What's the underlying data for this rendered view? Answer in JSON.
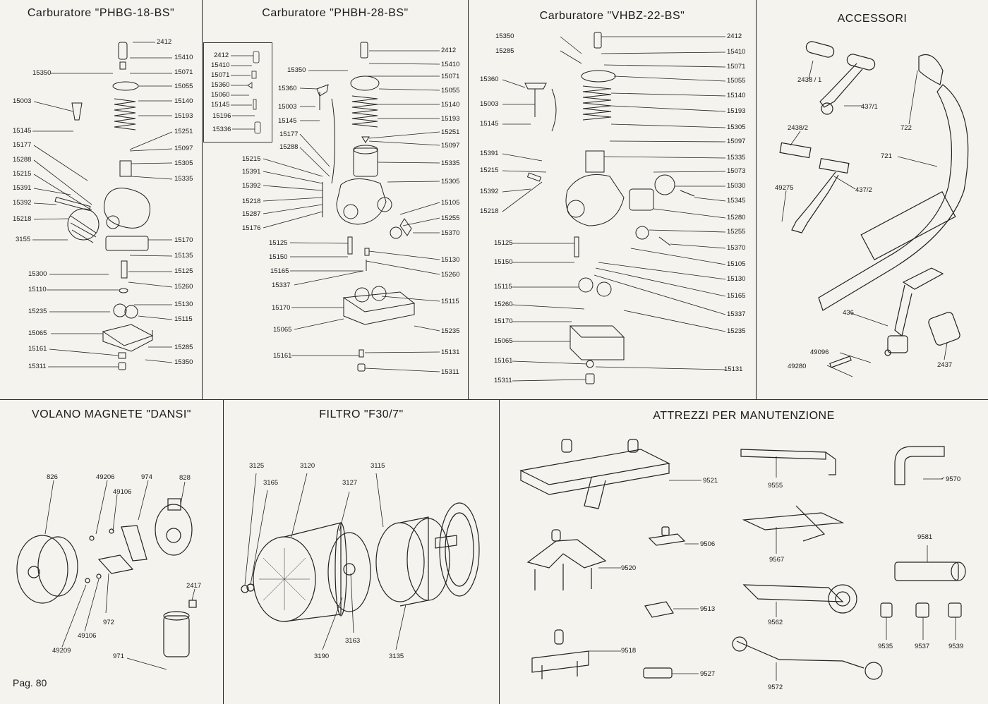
{
  "panels": {
    "phbg": {
      "title": "Carburatore \"PHBG-18-BS\"",
      "labels_left": [
        "15350",
        "15003",
        "15145",
        "15177",
        "15288",
        "15215",
        "15391",
        "15392",
        "15218",
        "3155",
        "15300",
        "15110",
        "15235",
        "15065",
        "15161",
        "15311"
      ],
      "labels_right": [
        "2412",
        "15410",
        "15071",
        "15055",
        "15140",
        "15193",
        "15251",
        "15097",
        "15305",
        "15335",
        "15170",
        "15135",
        "15125",
        "15260",
        "15130",
        "15115",
        "15285",
        "15350"
      ]
    },
    "phbh": {
      "title": "Carburatore \"PHBH-28-BS\"",
      "inset_labels": [
        "2412",
        "15410",
        "15071",
        "15360",
        "15060",
        "15145",
        "15196",
        "15336"
      ],
      "labels_left": [
        "15350",
        "15360",
        "15003",
        "15145",
        "15177",
        "15288",
        "15215",
        "15391",
        "15392",
        "15218",
        "15287",
        "15176",
        "15125",
        "15150",
        "15165",
        "15337",
        "15170",
        "15065",
        "15161"
      ],
      "labels_right": [
        "2412",
        "15410",
        "15071",
        "15055",
        "15140",
        "15193",
        "15251",
        "15097",
        "15335",
        "15305",
        "15105",
        "15255",
        "15370",
        "15130",
        "15260",
        "15115",
        "15235",
        "15131",
        "15311"
      ]
    },
    "vhbz": {
      "title": "Carburatore \"VHBZ-22-BS\"",
      "labels_left": [
        "15350",
        "15285",
        "15360",
        "15003",
        "15145",
        "15391",
        "15215",
        "15392",
        "15218",
        "15125",
        "15150",
        "15115",
        "15260",
        "15170",
        "15065",
        "15161",
        "15311"
      ],
      "labels_right": [
        "2412",
        "15410",
        "15071",
        "15055",
        "15140",
        "15193",
        "15305",
        "15097",
        "15335",
        "15073",
        "15030",
        "15345",
        "15280",
        "15255",
        "15370",
        "15105",
        "15130",
        "15165",
        "15337",
        "15235",
        "15131"
      ]
    },
    "accessori": {
      "title": "ACCESSORI",
      "labels": [
        "2438 / 1",
        "437/1",
        "722",
        "2438/2",
        "721",
        "49275",
        "437/2",
        "436",
        "49096",
        "49280",
        "2437"
      ]
    },
    "volano": {
      "title": "VOLANO  MAGNETE  \"DANSI\"",
      "labels": [
        "826",
        "49206",
        "49106",
        "974",
        "828",
        "972",
        "49106",
        "49209",
        "2417",
        "971"
      ]
    },
    "filtro": {
      "title": "FILTRO  \"F30/7\"",
      "labels": [
        "3125",
        "3120",
        "3165",
        "3127",
        "3115",
        "3190",
        "3163",
        "3135"
      ]
    },
    "attrezzi": {
      "title": "ATTREZZI  PER  MANUTENZIONE",
      "labels": [
        "9521",
        "9555",
        "9570",
        "9520",
        "9506",
        "9567",
        "9581",
        "9513",
        "9562",
        "9518",
        "9527",
        "9535",
        "9537",
        "9539",
        "9572"
      ]
    }
  },
  "page": {
    "number": "Pag. 80"
  }
}
